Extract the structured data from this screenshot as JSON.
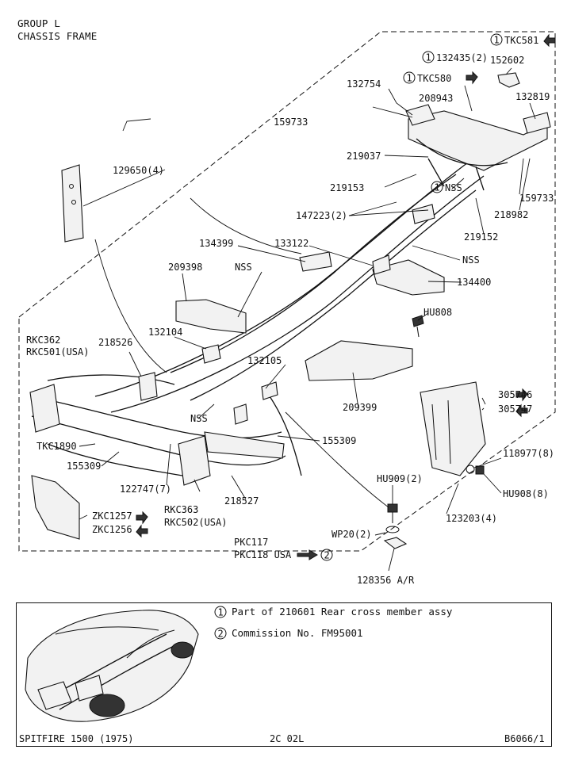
{
  "header": {
    "group": "GROUP L",
    "title": "CHASSIS FRAME"
  },
  "callouts": {
    "tkc581": "TKC581",
    "p132435": "132435(2)",
    "p152602": "152602",
    "tkc580": "TKC580",
    "p132754": "132754",
    "p208943": "208943",
    "p132819": "132819",
    "p159733a": "159733",
    "p219037": "219037",
    "p129650": "129650(4)",
    "p219153": "219153",
    "nss_rear": "NSS",
    "p159733b": "159733",
    "p147223": "147223(2)",
    "p218982": "218982",
    "p219152": "219152",
    "p134399": "134399",
    "p133122": "133122",
    "nss_right": "NSS",
    "p209398": "209398",
    "nss_mid": "NSS",
    "p134400": "134400",
    "hu808": "HU808",
    "rkc362": "RKC362",
    "rkc501": "RKC501(USA)",
    "p218526": "218526",
    "p132104": "132104",
    "p132105": "132105",
    "p209399": "209399",
    "p305746": "305746",
    "p305747": "305747",
    "nss_front": "NSS",
    "tkc1890": "TKC1890",
    "p155309a": "155309",
    "p155309b": "155309",
    "p122747": "122747(7)",
    "p118977": "118977(8)",
    "hu908": "HU908(8)",
    "hu909": "HU909(2)",
    "p123203": "123203(4)",
    "zkc1257": "ZKC1257",
    "zkc1256": "ZKC1256",
    "rkc363": "RKC363",
    "rkc502": "RKC502(USA)",
    "p218527": "218527",
    "wp20": "WP20(2)",
    "pkc117": "PKC117",
    "pkc118": "PKC118 USA",
    "p128356": "128356 A/R"
  },
  "markers": {
    "one": "1",
    "two": "2"
  },
  "notes": {
    "note1": "Part of 210601 Rear cross member assy",
    "note2": "Commission No. FM95001"
  },
  "footer": {
    "model": "SPITFIRE 1500 (1975)",
    "page": "2C 02L",
    "ref": "B6066/1"
  }
}
